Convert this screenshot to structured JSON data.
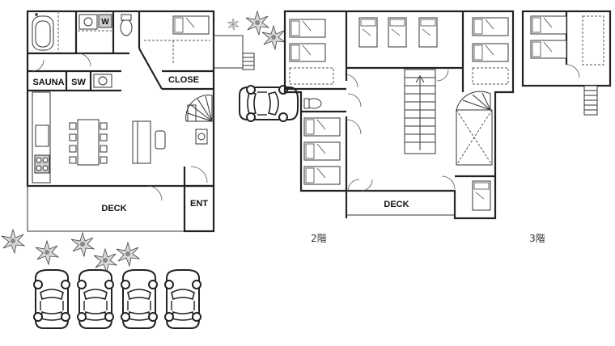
{
  "rooms": {
    "sauna": "SAUNA",
    "sw": "SW",
    "close": "CLOSE",
    "deck_ground": "DECK",
    "ent": "ENT",
    "deck_second": "DECK",
    "washer": "W"
  },
  "floor_labels": {
    "second": "2階",
    "third": "3階"
  }
}
